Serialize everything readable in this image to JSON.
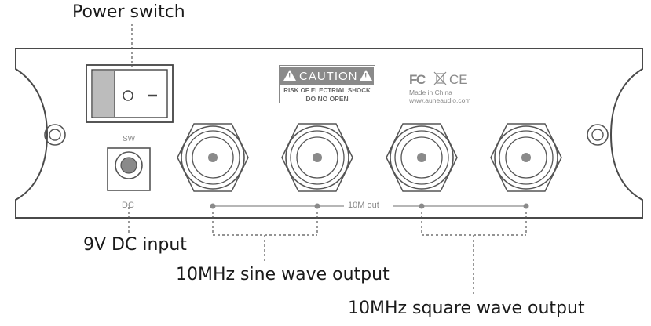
{
  "callouts": {
    "power_switch": "Power switch",
    "dc_input": "9V DC input",
    "sine_output": "10MHz sine wave output",
    "square_output": "10MHz square wave output"
  },
  "panel": {
    "switch_on_symbol": "−",
    "switch_off_symbol": "○",
    "sw_label": "SW",
    "dc_label": "DC",
    "out_label": "10M out",
    "caution": {
      "title": "CAUTION",
      "line1": "RISK OF ELECTRIAL SHOCK",
      "line2": "DO NO OPEN"
    },
    "cert_marks": "FC ⊠ CE",
    "made_in": "Made in China",
    "website": "www.auneaudio.com"
  },
  "colors": {
    "outline": "#4a4a4a",
    "panel_label": "#8a8a8a",
    "connector_dot": "#8a8a8a",
    "caution_header": "#8a8a8a"
  }
}
